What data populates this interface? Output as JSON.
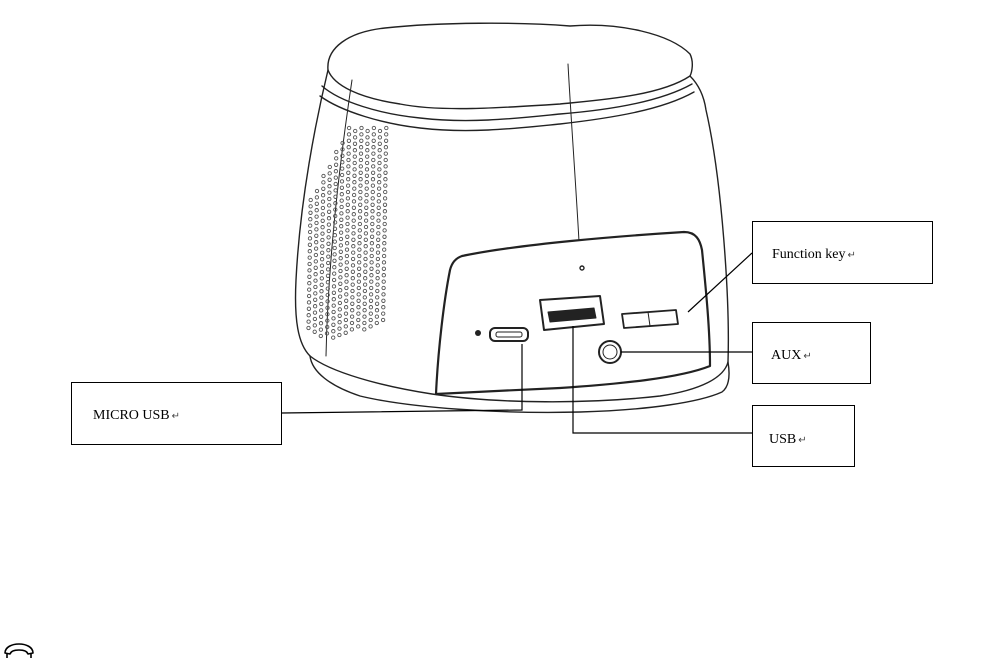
{
  "labels": {
    "function_key": "Function key",
    "aux": "AUX",
    "micro_usb": "MICRO USB",
    "usb": "USB"
  },
  "return_mark": "↵",
  "icons": [
    "phone-handset-icon"
  ],
  "colors": {
    "line": "#000000",
    "background": "#ffffff",
    "speaker_grille": "#555555"
  }
}
